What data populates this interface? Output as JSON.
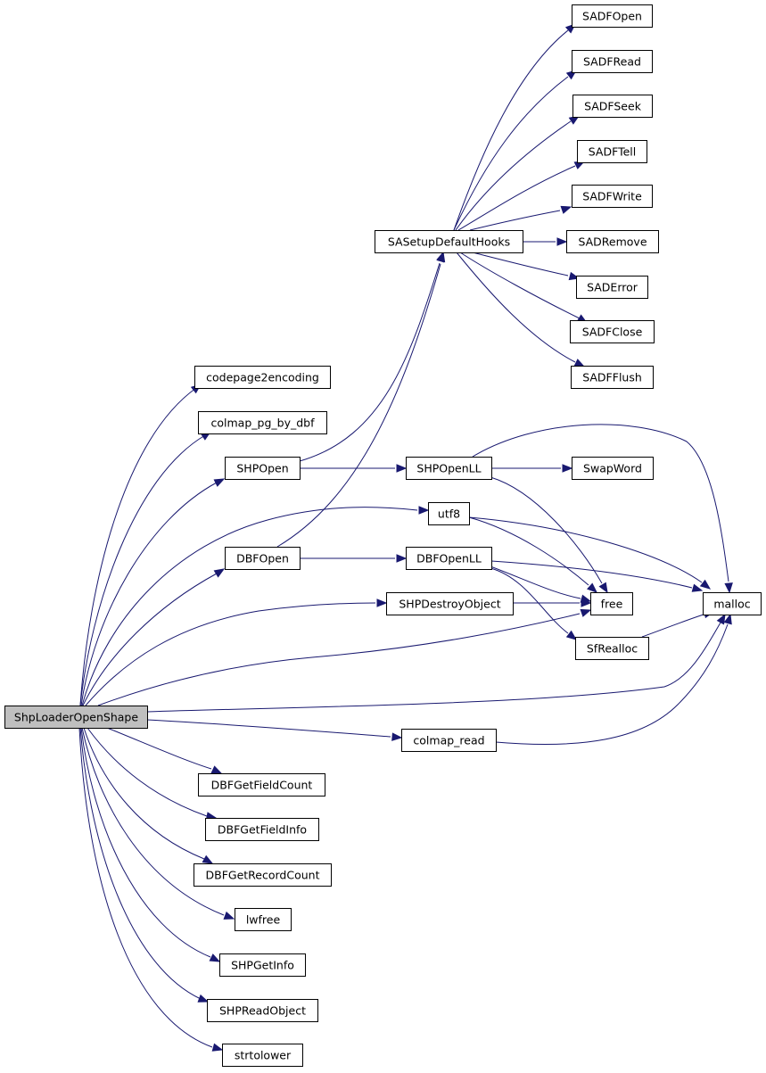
{
  "graph": {
    "nodes": [
      {
        "id": "ShpLoaderOpenShape",
        "label": "ShpLoaderOpenShape",
        "root": true
      },
      {
        "id": "codepage2encoding",
        "label": "codepage2encoding"
      },
      {
        "id": "colmap_pg_by_dbf",
        "label": "colmap_pg_by_dbf"
      },
      {
        "id": "SHPOpen",
        "label": "SHPOpen"
      },
      {
        "id": "DBFOpen",
        "label": "DBFOpen"
      },
      {
        "id": "utf8",
        "label": "utf8"
      },
      {
        "id": "SHPDestroyObject",
        "label": "SHPDestroyObject"
      },
      {
        "id": "free",
        "label": "free"
      },
      {
        "id": "malloc",
        "label": "malloc"
      },
      {
        "id": "colmap_read",
        "label": "colmap_read"
      },
      {
        "id": "DBFGetFieldCount",
        "label": "DBFGetFieldCount"
      },
      {
        "id": "DBFGetFieldInfo",
        "label": "DBFGetFieldInfo"
      },
      {
        "id": "DBFGetRecordCount",
        "label": "DBFGetRecordCount"
      },
      {
        "id": "lwfree",
        "label": "lwfree"
      },
      {
        "id": "SHPGetInfo",
        "label": "SHPGetInfo"
      },
      {
        "id": "SHPReadObject",
        "label": "SHPReadObject"
      },
      {
        "id": "strtolower",
        "label": "strtolower"
      },
      {
        "id": "SASetupDefaultHooks",
        "label": "SASetupDefaultHooks"
      },
      {
        "id": "SADFOpen",
        "label": "SADFOpen"
      },
      {
        "id": "SADFRead",
        "label": "SADFRead"
      },
      {
        "id": "SADFSeek",
        "label": "SADFSeek"
      },
      {
        "id": "SADFTell",
        "label": "SADFTell"
      },
      {
        "id": "SADFWrite",
        "label": "SADFWrite"
      },
      {
        "id": "SADRemove",
        "label": "SADRemove"
      },
      {
        "id": "SADError",
        "label": "SADError"
      },
      {
        "id": "SADFClose",
        "label": "SADFClose"
      },
      {
        "id": "SADFFlush",
        "label": "SADFFlush"
      },
      {
        "id": "SHPOpenLL",
        "label": "SHPOpenLL"
      },
      {
        "id": "SwapWord",
        "label": "SwapWord"
      },
      {
        "id": "DBFOpenLL",
        "label": "DBFOpenLL"
      },
      {
        "id": "SfRealloc",
        "label": "SfRealloc"
      }
    ],
    "edges": [
      {
        "from": "ShpLoaderOpenShape",
        "to": "codepage2encoding"
      },
      {
        "from": "ShpLoaderOpenShape",
        "to": "colmap_pg_by_dbf"
      },
      {
        "from": "ShpLoaderOpenShape",
        "to": "SHPOpen"
      },
      {
        "from": "ShpLoaderOpenShape",
        "to": "utf8"
      },
      {
        "from": "ShpLoaderOpenShape",
        "to": "DBFOpen"
      },
      {
        "from": "ShpLoaderOpenShape",
        "to": "SHPDestroyObject"
      },
      {
        "from": "ShpLoaderOpenShape",
        "to": "free"
      },
      {
        "from": "ShpLoaderOpenShape",
        "to": "malloc"
      },
      {
        "from": "ShpLoaderOpenShape",
        "to": "colmap_read"
      },
      {
        "from": "ShpLoaderOpenShape",
        "to": "DBFGetFieldCount"
      },
      {
        "from": "ShpLoaderOpenShape",
        "to": "DBFGetFieldInfo"
      },
      {
        "from": "ShpLoaderOpenShape",
        "to": "DBFGetRecordCount"
      },
      {
        "from": "ShpLoaderOpenShape",
        "to": "lwfree"
      },
      {
        "from": "ShpLoaderOpenShape",
        "to": "SHPGetInfo"
      },
      {
        "from": "ShpLoaderOpenShape",
        "to": "SHPReadObject"
      },
      {
        "from": "ShpLoaderOpenShape",
        "to": "strtolower"
      },
      {
        "from": "SHPOpen",
        "to": "SASetupDefaultHooks"
      },
      {
        "from": "SHPOpen",
        "to": "SHPOpenLL"
      },
      {
        "from": "DBFOpen",
        "to": "SASetupDefaultHooks"
      },
      {
        "from": "DBFOpen",
        "to": "DBFOpenLL"
      },
      {
        "from": "SASetupDefaultHooks",
        "to": "SADFOpen"
      },
      {
        "from": "SASetupDefaultHooks",
        "to": "SADFRead"
      },
      {
        "from": "SASetupDefaultHooks",
        "to": "SADFSeek"
      },
      {
        "from": "SASetupDefaultHooks",
        "to": "SADFTell"
      },
      {
        "from": "SASetupDefaultHooks",
        "to": "SADFWrite"
      },
      {
        "from": "SASetupDefaultHooks",
        "to": "SADRemove"
      },
      {
        "from": "SASetupDefaultHooks",
        "to": "SADError"
      },
      {
        "from": "SASetupDefaultHooks",
        "to": "SADFClose"
      },
      {
        "from": "SASetupDefaultHooks",
        "to": "SADFFlush"
      },
      {
        "from": "SHPOpenLL",
        "to": "SwapWord"
      },
      {
        "from": "SHPOpenLL",
        "to": "malloc"
      },
      {
        "from": "SHPOpenLL",
        "to": "free"
      },
      {
        "from": "utf8",
        "to": "free"
      },
      {
        "from": "utf8",
        "to": "malloc"
      },
      {
        "from": "DBFOpenLL",
        "to": "free"
      },
      {
        "from": "DBFOpenLL",
        "to": "malloc"
      },
      {
        "from": "DBFOpenLL",
        "to": "SfRealloc"
      },
      {
        "from": "SHPDestroyObject",
        "to": "free"
      },
      {
        "from": "SfRealloc",
        "to": "malloc"
      },
      {
        "from": "colmap_read",
        "to": "malloc"
      }
    ]
  }
}
